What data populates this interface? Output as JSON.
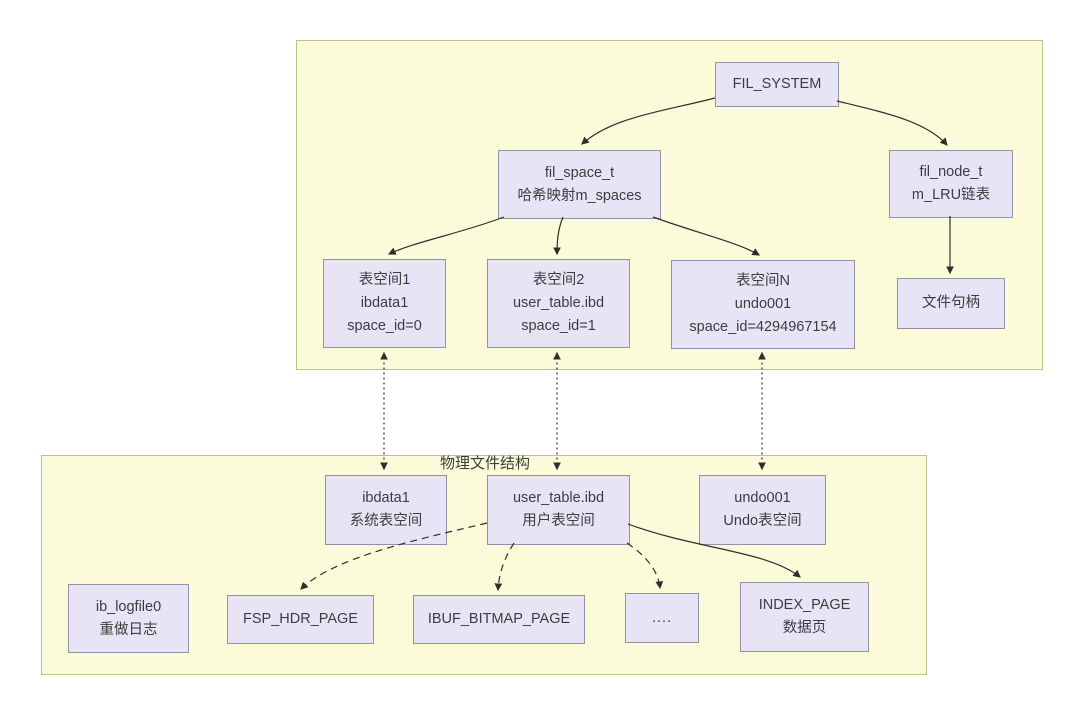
{
  "diagram": {
    "section_labels": {
      "physical": "物理文件结构"
    },
    "colors": {
      "background": "#ffffff",
      "container_fill": "#fbfbda",
      "container_border": "#b9c487",
      "node_fill": "#e7e4f6",
      "node_border": "#9192a8",
      "arrow": "#2e2e2e",
      "text": "#3d3d3d"
    },
    "nodes": {
      "fil_system": {
        "lines": [
          "FIL_SYSTEM"
        ]
      },
      "fil_space_t": {
        "lines": [
          "fil_space_t",
          "哈希映射m_spaces"
        ]
      },
      "fil_node_t": {
        "lines": [
          "fil_node_t",
          "m_LRU链表"
        ]
      },
      "tablespace_1": {
        "lines": [
          "表空间1",
          "ibdata1",
          "space_id=0"
        ]
      },
      "tablespace_2": {
        "lines": [
          "表空间2",
          "user_table.ibd",
          "space_id=1"
        ]
      },
      "tablespace_n": {
        "lines": [
          "表空间N",
          "undo001",
          "space_id=4294967154"
        ]
      },
      "file_handle": {
        "lines": [
          "文件句柄"
        ]
      },
      "ibdata1_file": {
        "lines": [
          "ibdata1",
          "系统表空间"
        ]
      },
      "user_table_file": {
        "lines": [
          "user_table.ibd",
          "用户表空间"
        ]
      },
      "undo_file": {
        "lines": [
          "undo001",
          "Undo表空间"
        ]
      },
      "redo_log_file": {
        "lines": [
          "ib_logfile0",
          "重做日志"
        ]
      },
      "fsp_hdr_page": {
        "lines": [
          "FSP_HDR_PAGE"
        ]
      },
      "ibuf_bitmap_page": {
        "lines": [
          "IBUF_BITMAP_PAGE"
        ]
      },
      "more_pages": {
        "lines": [
          "...."
        ]
      },
      "index_page": {
        "lines": [
          "INDEX_PAGE",
          "数据页"
        ]
      }
    },
    "edges": [
      {
        "from": "FIL_SYSTEM",
        "to": "fil_space_t",
        "style": "solid-arrow"
      },
      {
        "from": "FIL_SYSTEM",
        "to": "fil_node_t",
        "style": "solid-arrow"
      },
      {
        "from": "fil_space_t",
        "to": "表空间1",
        "style": "solid-arrow"
      },
      {
        "from": "fil_space_t",
        "to": "表空间2",
        "style": "solid-arrow"
      },
      {
        "from": "fil_space_t",
        "to": "表空间N",
        "style": "solid-arrow"
      },
      {
        "from": "fil_node_t",
        "to": "文件句柄",
        "style": "solid-arrow"
      },
      {
        "from": "表空间1",
        "to": "ibdata1 系统表空间",
        "style": "dotted-double-arrow"
      },
      {
        "from": "表空间2",
        "to": "user_table.ibd 用户表空间",
        "style": "dotted-double-arrow"
      },
      {
        "from": "表空间N",
        "to": "undo001 Undo表空间",
        "style": "dotted-double-arrow"
      },
      {
        "from": "user_table.ibd 用户表空间",
        "to": "FSP_HDR_PAGE",
        "style": "dashed-arrow"
      },
      {
        "from": "user_table.ibd 用户表空间",
        "to": "IBUF_BITMAP_PAGE",
        "style": "dashed-arrow"
      },
      {
        "from": "user_table.ibd 用户表空间",
        "to": "....",
        "style": "dashed-arrow"
      },
      {
        "from": "user_table.ibd 用户表空间",
        "to": "INDEX_PAGE",
        "style": "solid-arrow"
      }
    ]
  }
}
